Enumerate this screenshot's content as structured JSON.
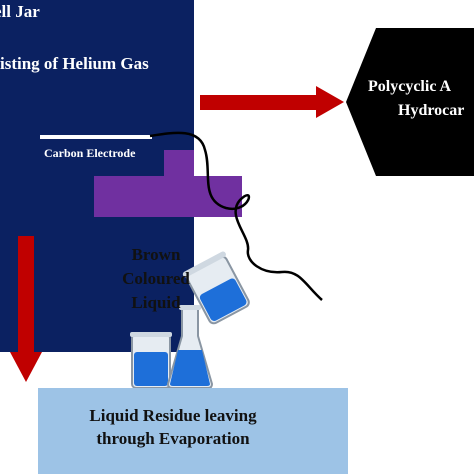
{
  "bell_jar": {
    "title": "ell Jar",
    "caption": "isting of Helium Gas"
  },
  "electrode": {
    "label": "Carbon Electrode"
  },
  "product": {
    "line1": "Polycyclic A",
    "line2": "Hydrocar"
  },
  "liquid": {
    "lines": [
      "Brown",
      "Coloured",
      "Liquid"
    ]
  },
  "residue": {
    "line1": "Liquid Residue leaving",
    "line2": "through Evaporation"
  },
  "colors": {
    "bell_jar": "#0b2161",
    "base": "#7030a0",
    "arrow": "#c00000",
    "residue_box": "#9dc3e6",
    "product_box": "#000000",
    "liquid_blue": "#1e6fd9"
  }
}
